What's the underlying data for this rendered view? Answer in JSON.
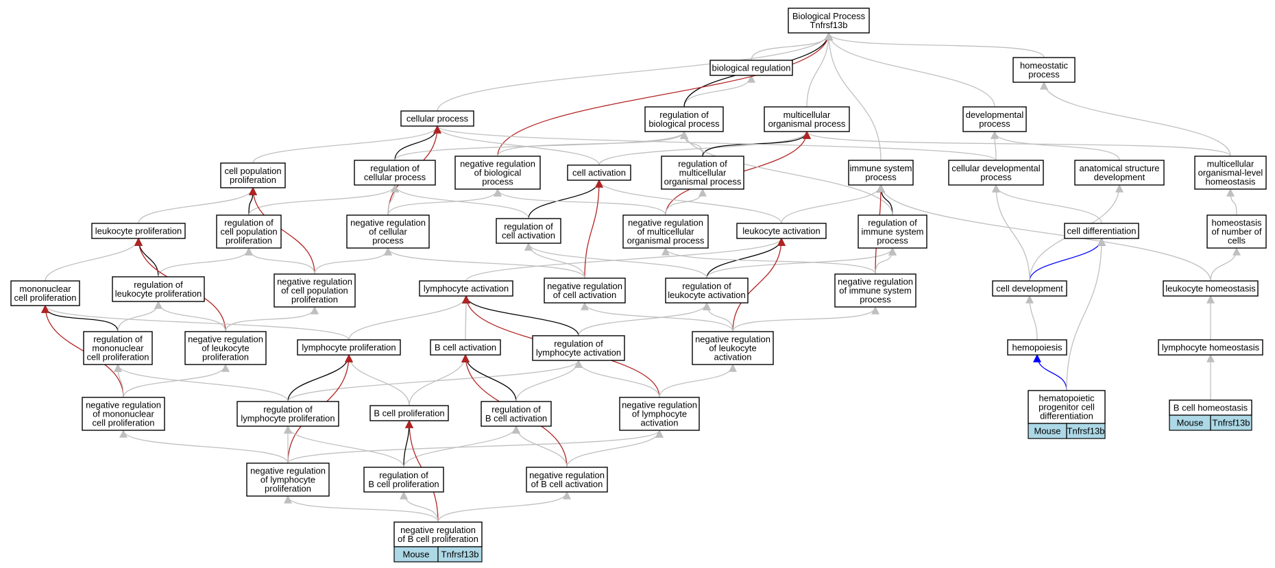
{
  "colors": {
    "is_a": "#bfbfbf",
    "regulates": "#000000",
    "negatively_regulates": "#b22222",
    "part_of": "#0000ff",
    "gene_tag": "#add8e6"
  },
  "nodes": [
    {
      "id": "bp",
      "lines": [
        "Biological Process",
        "Tnfrsf13b"
      ]
    },
    {
      "id": "breg",
      "lines": [
        "biological regulation"
      ]
    },
    {
      "id": "homeo",
      "lines": [
        "homeostatic",
        "process"
      ]
    },
    {
      "id": "cellproc",
      "lines": [
        "cellular process"
      ]
    },
    {
      "id": "regbio",
      "lines": [
        "regulation of",
        "biological process"
      ]
    },
    {
      "id": "multi",
      "lines": [
        "multicellular",
        "organismal process"
      ]
    },
    {
      "id": "dev",
      "lines": [
        "developmental",
        "process"
      ]
    },
    {
      "id": "cellpop",
      "lines": [
        "cell population",
        "proliferation"
      ]
    },
    {
      "id": "regcellproc",
      "lines": [
        "regulation of",
        "cellular process"
      ]
    },
    {
      "id": "negbio",
      "lines": [
        "negative regulation",
        "of biological",
        "process"
      ]
    },
    {
      "id": "cellact",
      "lines": [
        "cell activation"
      ]
    },
    {
      "id": "regmulti",
      "lines": [
        "regulation of",
        "multicellular",
        "organismal process"
      ]
    },
    {
      "id": "immune",
      "lines": [
        "immune system",
        "process"
      ]
    },
    {
      "id": "celldevproc",
      "lines": [
        "cellular developmental",
        "process"
      ]
    },
    {
      "id": "anat",
      "lines": [
        "anatomical structure",
        "development"
      ]
    },
    {
      "id": "mcohomeo",
      "lines": [
        "multicellular",
        "organismal-level",
        "homeostasis"
      ]
    },
    {
      "id": "leukprolif",
      "lines": [
        "leukocyte proliferation"
      ]
    },
    {
      "id": "regcellpop",
      "lines": [
        "regulation of",
        "cell population",
        "proliferation"
      ]
    },
    {
      "id": "negcellproc",
      "lines": [
        "negative regulation",
        "of cellular",
        "process"
      ]
    },
    {
      "id": "regcellact",
      "lines": [
        "regulation of",
        "cell activation"
      ]
    },
    {
      "id": "negmulti",
      "lines": [
        "negative regulation",
        "of multicellular",
        "organismal process"
      ]
    },
    {
      "id": "leukact",
      "lines": [
        "leukocyte activation"
      ]
    },
    {
      "id": "regimmune",
      "lines": [
        "regulation of",
        "immune system",
        "process"
      ]
    },
    {
      "id": "celldiff",
      "lines": [
        "cell differentiation"
      ]
    },
    {
      "id": "homnum",
      "lines": [
        "homeostasis",
        "of number of",
        "cells"
      ]
    },
    {
      "id": "mononuc",
      "lines": [
        "mononuclear",
        "cell proliferation"
      ]
    },
    {
      "id": "regleukprolif",
      "lines": [
        "regulation of",
        "leukocyte proliferation"
      ]
    },
    {
      "id": "negcellpop",
      "lines": [
        "negative regulation",
        "of cell population",
        "proliferation"
      ]
    },
    {
      "id": "lymphact",
      "lines": [
        "lymphocyte activation"
      ]
    },
    {
      "id": "negcellact",
      "lines": [
        "negative regulation",
        "of cell activation"
      ]
    },
    {
      "id": "regleukact",
      "lines": [
        "regulation of",
        "leukocyte activation"
      ]
    },
    {
      "id": "negimmune",
      "lines": [
        "negative regulation",
        "of immune system",
        "process"
      ]
    },
    {
      "id": "celldev",
      "lines": [
        "cell development"
      ]
    },
    {
      "id": "leukhomeo",
      "lines": [
        "leukocyte homeostasis"
      ]
    },
    {
      "id": "regmononuc",
      "lines": [
        "regulation of",
        "mononuclear",
        "cell proliferation"
      ]
    },
    {
      "id": "negleukprolif",
      "lines": [
        "negative regulation",
        "of leukocyte",
        "proliferation"
      ]
    },
    {
      "id": "lymphprolif",
      "lines": [
        "lymphocyte proliferation"
      ]
    },
    {
      "id": "bact",
      "lines": [
        "B cell activation"
      ]
    },
    {
      "id": "reglymphact",
      "lines": [
        "regulation of",
        "lymphocyte activation"
      ]
    },
    {
      "id": "negleukact",
      "lines": [
        "negative regulation",
        "of leukocyte",
        "activation"
      ]
    },
    {
      "id": "hemopoiesis",
      "lines": [
        "hemopoiesis"
      ]
    },
    {
      "id": "lymphhomeo",
      "lines": [
        "lymphocyte homeostasis"
      ]
    },
    {
      "id": "negmononuc",
      "lines": [
        "negative regulation",
        "of mononuclear",
        "cell proliferation"
      ]
    },
    {
      "id": "reglymphprolif",
      "lines": [
        "regulation of",
        "lymphocyte proliferation"
      ]
    },
    {
      "id": "bprolif",
      "lines": [
        "B cell proliferation"
      ]
    },
    {
      "id": "regbact",
      "lines": [
        "regulation of",
        "B cell activation"
      ]
    },
    {
      "id": "neglymphact",
      "lines": [
        "negative regulation",
        "of lymphocyte",
        "activation"
      ]
    },
    {
      "id": "hpcd",
      "lines": [
        "hematopoietic",
        "progenitor cell",
        "differentiation"
      ],
      "tags": [
        "Mouse",
        "Tnfrsf13b"
      ]
    },
    {
      "id": "bhomeo",
      "lines": [
        "B cell homeostasis"
      ],
      "tags": [
        "Mouse",
        "Tnfrsf13b"
      ]
    },
    {
      "id": "neglymphprolif",
      "lines": [
        "negative regulation",
        "of lymphocyte",
        "proliferation"
      ]
    },
    {
      "id": "regbprolif",
      "lines": [
        "regulation of",
        "B cell proliferation"
      ]
    },
    {
      "id": "negbact",
      "lines": [
        "negative regulation",
        "of B cell activation"
      ]
    },
    {
      "id": "negbprolif",
      "lines": [
        "negative regulation",
        "of B cell proliferation"
      ],
      "tags": [
        "Mouse",
        "Tnfrsf13b"
      ]
    }
  ],
  "edges": [
    {
      "from": "breg",
      "to": "bp",
      "type": "is_a"
    },
    {
      "from": "homeo",
      "to": "bp",
      "type": "is_a"
    },
    {
      "from": "cellproc",
      "to": "bp",
      "type": "is_a"
    },
    {
      "from": "regbio",
      "to": "breg",
      "type": "is_a"
    },
    {
      "from": "regbio",
      "to": "bp",
      "type": "regulates"
    },
    {
      "from": "multi",
      "to": "bp",
      "type": "is_a"
    },
    {
      "from": "dev",
      "to": "bp",
      "type": "is_a"
    },
    {
      "from": "negbio",
      "to": "bp",
      "type": "negatively_regulates"
    },
    {
      "from": "negbio",
      "to": "regbio",
      "type": "is_a"
    },
    {
      "from": "immune",
      "to": "bp",
      "type": "is_a"
    },
    {
      "from": "cellpop",
      "to": "cellproc",
      "type": "is_a"
    },
    {
      "from": "regcellproc",
      "to": "cellproc",
      "type": "regulates"
    },
    {
      "from": "regcellproc",
      "to": "regbio",
      "type": "is_a"
    },
    {
      "from": "cellact",
      "to": "cellproc",
      "type": "is_a"
    },
    {
      "from": "cellact",
      "to": "multi",
      "type": "is_a"
    },
    {
      "from": "regmulti",
      "to": "regbio",
      "type": "is_a"
    },
    {
      "from": "regmulti",
      "to": "multi",
      "type": "regulates"
    },
    {
      "from": "celldevproc",
      "to": "cellproc",
      "type": "is_a"
    },
    {
      "from": "celldevproc",
      "to": "dev",
      "type": "is_a"
    },
    {
      "from": "anat",
      "to": "dev",
      "type": "is_a"
    },
    {
      "from": "mcohomeo",
      "to": "homeo",
      "type": "is_a"
    },
    {
      "from": "mcohomeo",
      "to": "multi",
      "type": "is_a"
    },
    {
      "from": "leukprolif",
      "to": "cellpop",
      "type": "is_a"
    },
    {
      "from": "regcellpop",
      "to": "cellpop",
      "type": "regulates"
    },
    {
      "from": "regcellpop",
      "to": "regcellproc",
      "type": "is_a"
    },
    {
      "from": "negcellproc",
      "to": "cellproc",
      "type": "negatively_regulates"
    },
    {
      "from": "negcellproc",
      "to": "regcellproc",
      "type": "is_a"
    },
    {
      "from": "negcellproc",
      "to": "negbio",
      "type": "is_a"
    },
    {
      "from": "regcellact",
      "to": "cellact",
      "type": "regulates"
    },
    {
      "from": "regcellact",
      "to": "regcellproc",
      "type": "is_a"
    },
    {
      "from": "negmulti",
      "to": "multi",
      "type": "negatively_regulates"
    },
    {
      "from": "negmulti",
      "to": "regmulti",
      "type": "is_a"
    },
    {
      "from": "negmulti",
      "to": "negbio",
      "type": "is_a"
    },
    {
      "from": "leukact",
      "to": "cellact",
      "type": "is_a"
    },
    {
      "from": "leukact",
      "to": "immune",
      "type": "is_a"
    },
    {
      "from": "regimmune",
      "to": "immune",
      "type": "regulates"
    },
    {
      "from": "regimmune",
      "to": "regbio",
      "type": "is_a"
    },
    {
      "from": "celldiff",
      "to": "celldevproc",
      "type": "is_a"
    },
    {
      "from": "homnum",
      "to": "mcohomeo",
      "type": "is_a"
    },
    {
      "from": "mononuc",
      "to": "leukprolif",
      "type": "is_a"
    },
    {
      "from": "regleukprolif",
      "to": "leukprolif",
      "type": "regulates"
    },
    {
      "from": "regleukprolif",
      "to": "regcellpop",
      "type": "is_a"
    },
    {
      "from": "negcellpop",
      "to": "cellpop",
      "type": "negatively_regulates"
    },
    {
      "from": "negcellpop",
      "to": "regcellpop",
      "type": "is_a"
    },
    {
      "from": "negcellpop",
      "to": "negcellproc",
      "type": "is_a"
    },
    {
      "from": "lymphact",
      "to": "leukact",
      "type": "is_a"
    },
    {
      "from": "negcellact",
      "to": "cellact",
      "type": "negatively_regulates"
    },
    {
      "from": "negcellact",
      "to": "regcellact",
      "type": "is_a"
    },
    {
      "from": "negcellact",
      "to": "negcellproc",
      "type": "is_a"
    },
    {
      "from": "regleukact",
      "to": "leukact",
      "type": "regulates"
    },
    {
      "from": "regleukact",
      "to": "regcellact",
      "type": "is_a"
    },
    {
      "from": "regleukact",
      "to": "regimmune",
      "type": "is_a"
    },
    {
      "from": "negimmune",
      "to": "immune",
      "type": "negatively_regulates"
    },
    {
      "from": "negimmune",
      "to": "regimmune",
      "type": "is_a"
    },
    {
      "from": "negimmune",
      "to": "negmulti",
      "type": "is_a"
    },
    {
      "from": "celldev",
      "to": "celldiff",
      "type": "part_of"
    },
    {
      "from": "celldev",
      "to": "celldevproc",
      "type": "is_a"
    },
    {
      "from": "celldev",
      "to": "anat",
      "type": "is_a"
    },
    {
      "from": "leukhomeo",
      "to": "homnum",
      "type": "is_a"
    },
    {
      "from": "leukhomeo",
      "to": "immune",
      "type": "is_a"
    },
    {
      "from": "regmononuc",
      "to": "mononuc",
      "type": "regulates"
    },
    {
      "from": "regmononuc",
      "to": "regleukprolif",
      "type": "is_a"
    },
    {
      "from": "negleukprolif",
      "to": "leukprolif",
      "type": "negatively_regulates"
    },
    {
      "from": "negleukprolif",
      "to": "regleukprolif",
      "type": "is_a"
    },
    {
      "from": "negleukprolif",
      "to": "negcellpop",
      "type": "is_a"
    },
    {
      "from": "lymphprolif",
      "to": "mononuc",
      "type": "is_a"
    },
    {
      "from": "lymphprolif",
      "to": "lymphact",
      "type": "is_a"
    },
    {
      "from": "bact",
      "to": "lymphact",
      "type": "is_a"
    },
    {
      "from": "reglymphact",
      "to": "lymphact",
      "type": "regulates"
    },
    {
      "from": "reglymphact",
      "to": "regleukact",
      "type": "is_a"
    },
    {
      "from": "negleukact",
      "to": "leukact",
      "type": "negatively_regulates"
    },
    {
      "from": "negleukact",
      "to": "regleukact",
      "type": "is_a"
    },
    {
      "from": "negleukact",
      "to": "negcellact",
      "type": "is_a"
    },
    {
      "from": "negleukact",
      "to": "negimmune",
      "type": "is_a"
    },
    {
      "from": "hemopoiesis",
      "to": "celldev",
      "type": "is_a"
    },
    {
      "from": "lymphhomeo",
      "to": "leukhomeo",
      "type": "is_a"
    },
    {
      "from": "negmononuc",
      "to": "mononuc",
      "type": "negatively_regulates"
    },
    {
      "from": "negmononuc",
      "to": "regmononuc",
      "type": "is_a"
    },
    {
      "from": "negmononuc",
      "to": "negleukprolif",
      "type": "is_a"
    },
    {
      "from": "reglymphprolif",
      "to": "lymphprolif",
      "type": "regulates"
    },
    {
      "from": "reglymphprolif",
      "to": "regmononuc",
      "type": "is_a"
    },
    {
      "from": "reglymphprolif",
      "to": "reglymphact",
      "type": "is_a"
    },
    {
      "from": "bprolif",
      "to": "lymphprolif",
      "type": "is_a"
    },
    {
      "from": "bprolif",
      "to": "bact",
      "type": "is_a"
    },
    {
      "from": "regbact",
      "to": "bact",
      "type": "regulates"
    },
    {
      "from": "regbact",
      "to": "reglymphact",
      "type": "is_a"
    },
    {
      "from": "neglymphact",
      "to": "lymphact",
      "type": "negatively_regulates"
    },
    {
      "from": "neglymphact",
      "to": "reglymphact",
      "type": "is_a"
    },
    {
      "from": "neglymphact",
      "to": "negleukact",
      "type": "is_a"
    },
    {
      "from": "hpcd",
      "to": "hemopoiesis",
      "type": "part_of"
    },
    {
      "from": "hpcd",
      "to": "celldiff",
      "type": "is_a"
    },
    {
      "from": "bhomeo",
      "to": "lymphhomeo",
      "type": "is_a"
    },
    {
      "from": "neglymphprolif",
      "to": "lymphprolif",
      "type": "negatively_regulates"
    },
    {
      "from": "neglymphprolif",
      "to": "negmononuc",
      "type": "is_a"
    },
    {
      "from": "neglymphprolif",
      "to": "reglymphprolif",
      "type": "is_a"
    },
    {
      "from": "neglymphprolif",
      "to": "neglymphact",
      "type": "is_a"
    },
    {
      "from": "regbprolif",
      "to": "bprolif",
      "type": "regulates"
    },
    {
      "from": "regbprolif",
      "to": "reglymphprolif",
      "type": "is_a"
    },
    {
      "from": "regbprolif",
      "to": "regbact",
      "type": "is_a"
    },
    {
      "from": "negbact",
      "to": "bact",
      "type": "negatively_regulates"
    },
    {
      "from": "negbact",
      "to": "regbact",
      "type": "is_a"
    },
    {
      "from": "negbact",
      "to": "neglymphact",
      "type": "is_a"
    },
    {
      "from": "negbprolif",
      "to": "bprolif",
      "type": "negatively_regulates"
    },
    {
      "from": "negbprolif",
      "to": "regbprolif",
      "type": "is_a"
    },
    {
      "from": "negbprolif",
      "to": "neglymphprolif",
      "type": "is_a"
    },
    {
      "from": "negbprolif",
      "to": "negbact",
      "type": "is_a"
    }
  ]
}
